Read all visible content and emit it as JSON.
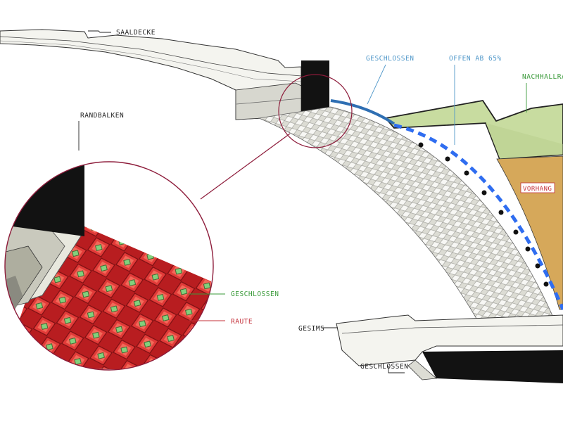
{
  "labels": {
    "saaldecke": "SAALDECKE",
    "randbalken": "RANDBALKEN",
    "geschlossen_top": "GESCHLOSSEN",
    "offen": "OFFEN AB 65%",
    "nachhallraum": "NACHHALLRA",
    "vorhang": "VORHANG",
    "geschlossen_detail": "GESCHLOSSEN",
    "raute": "RAUTE",
    "gesims": "GESIMS",
    "geschlossen_bottom": "GESCHLOSSEN"
  },
  "colors": {
    "ceiling_light": "#f4f4ef",
    "ceiling_shadow": "#d7d7cf",
    "beam": "#121212",
    "green_volume": "#c8dca0",
    "curtain": "#d6a85a",
    "blue_line": "#2f6fb3",
    "blue_dashes": "#2f6df0",
    "detail_ring": "#8d1b3a",
    "raute_red": "#e23a38",
    "raute_green": "#82d07c",
    "label_blue": "#4f97c9",
    "label_green": "#3a9a3a",
    "label_red": "#c4303a"
  }
}
